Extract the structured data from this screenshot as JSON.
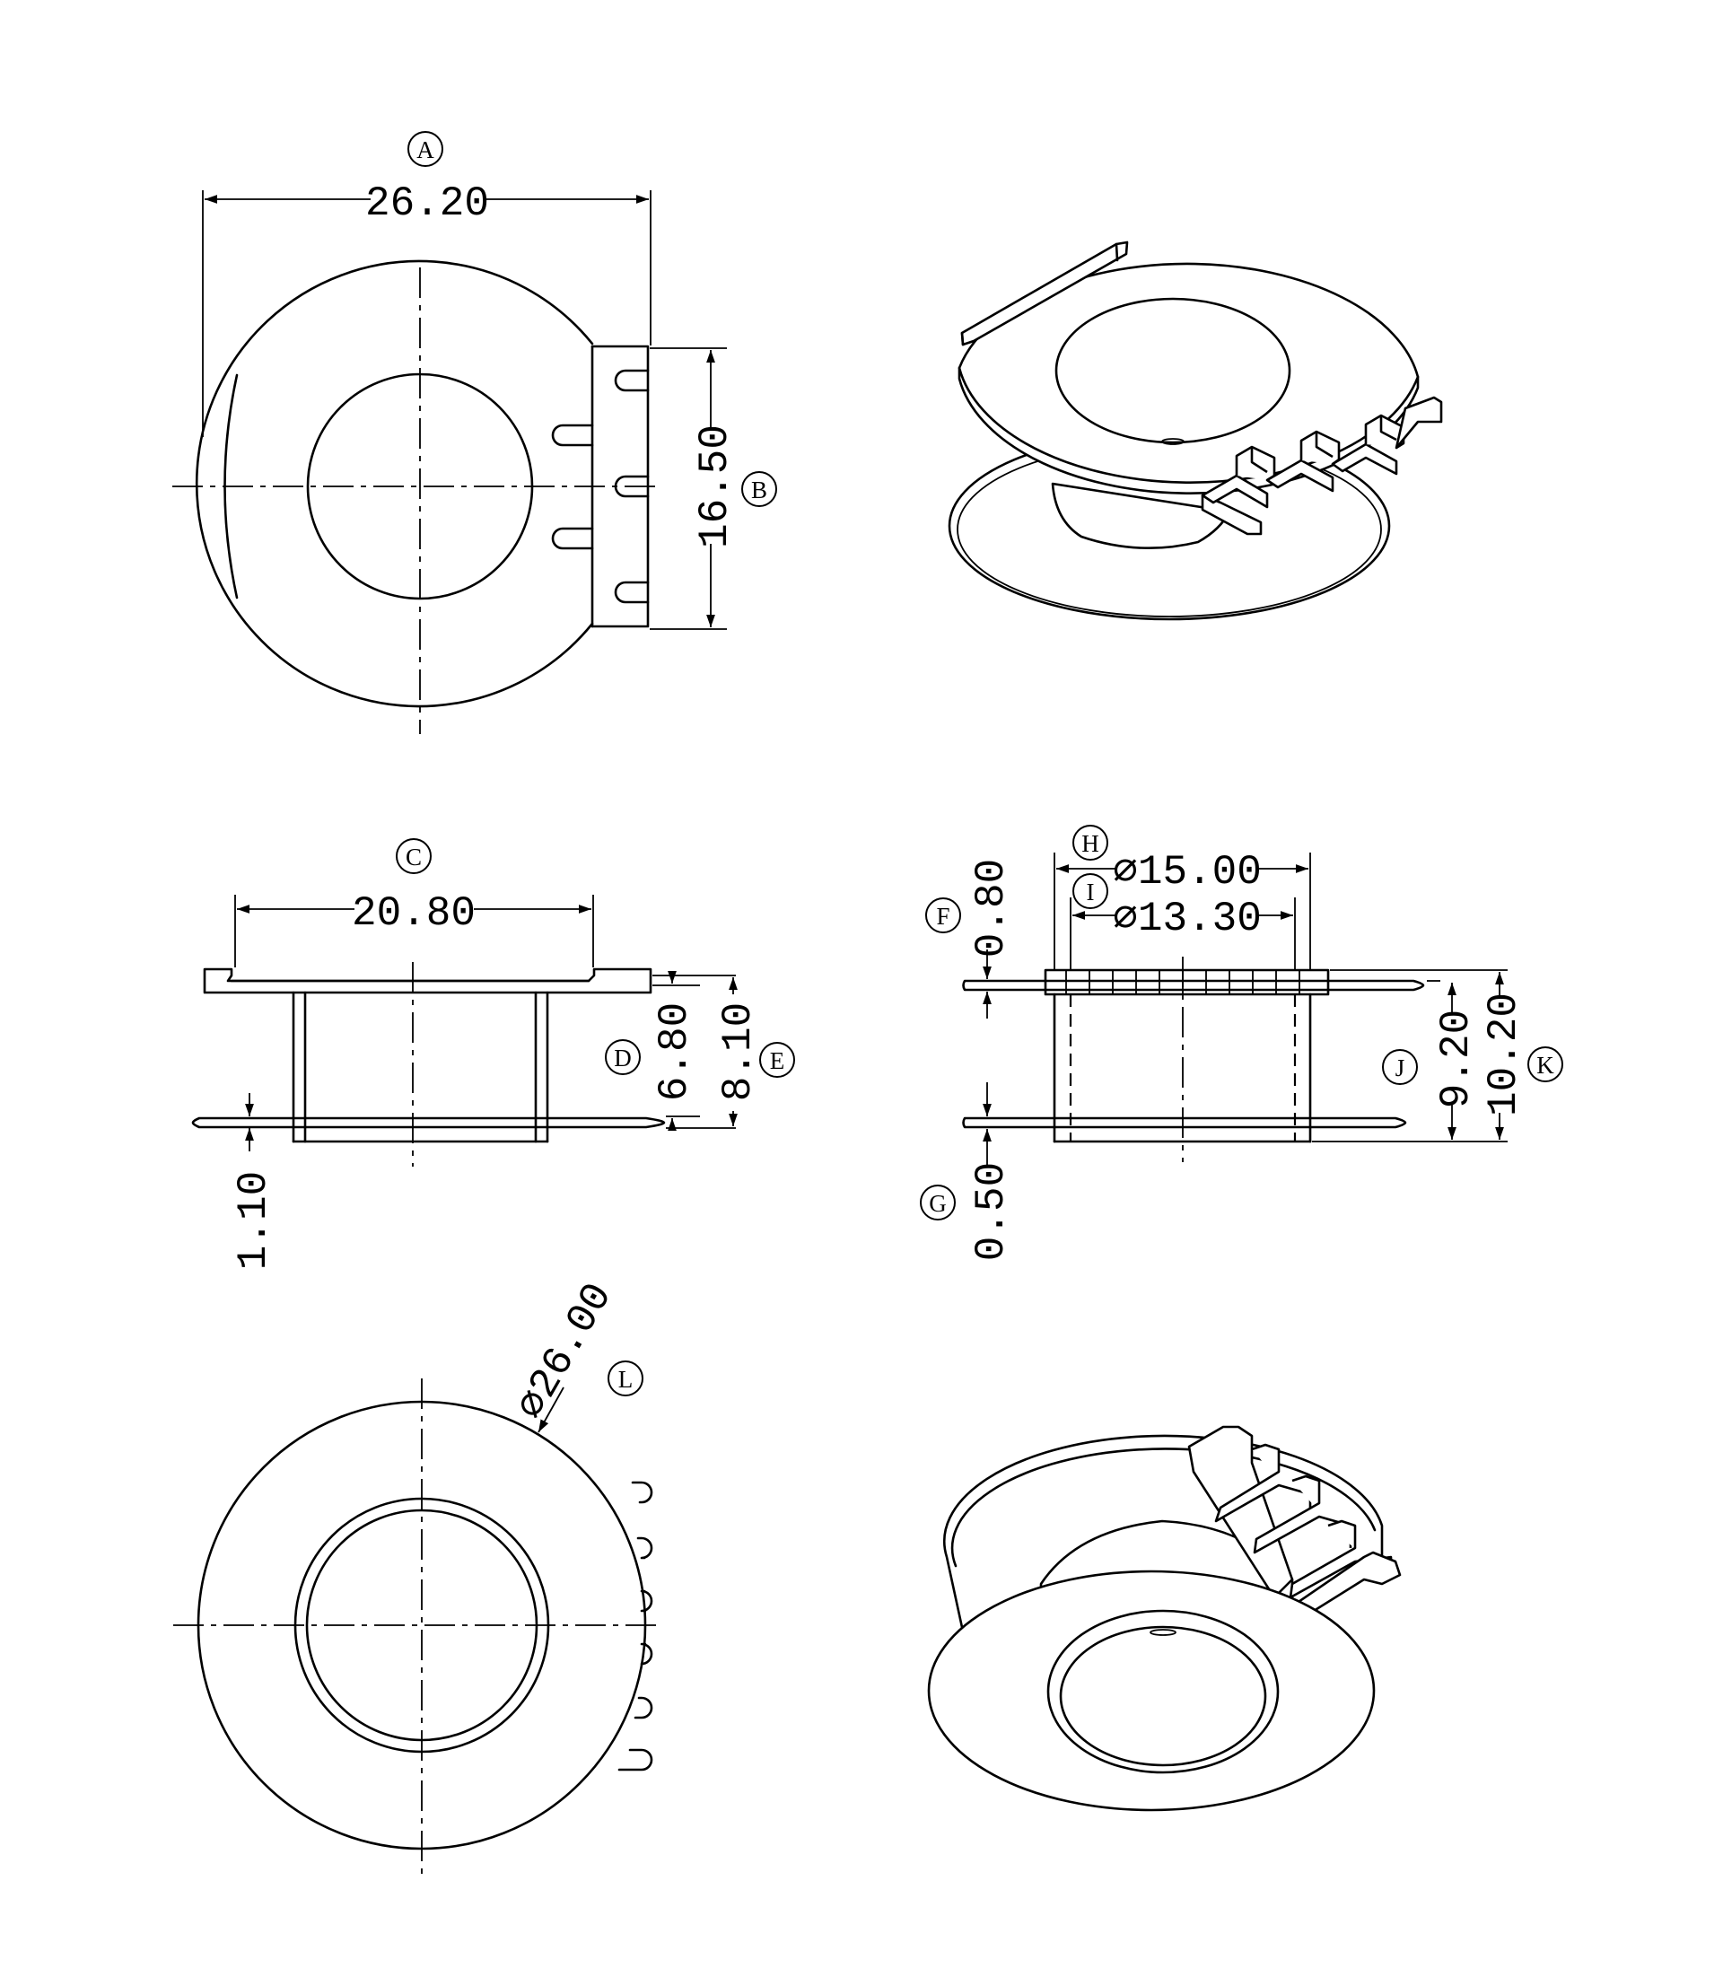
{
  "dimensions": {
    "A": "26.20",
    "B": "16.50",
    "C": "20.80",
    "D": "6.80",
    "E": "8.10",
    "F": "0.80",
    "G": "0.50",
    "H": "⌀15.00",
    "I": "⌀13.30",
    "J": "9.20",
    "K": "10.20",
    "L": "⌀26.00",
    "pin_offset": "1.10"
  },
  "callouts": {
    "A": "A",
    "B": "B",
    "C": "C",
    "D": "D",
    "E": "E",
    "F": "F",
    "G": "G",
    "H": "H",
    "I": "I",
    "J": "J",
    "K": "K",
    "L": "L"
  }
}
